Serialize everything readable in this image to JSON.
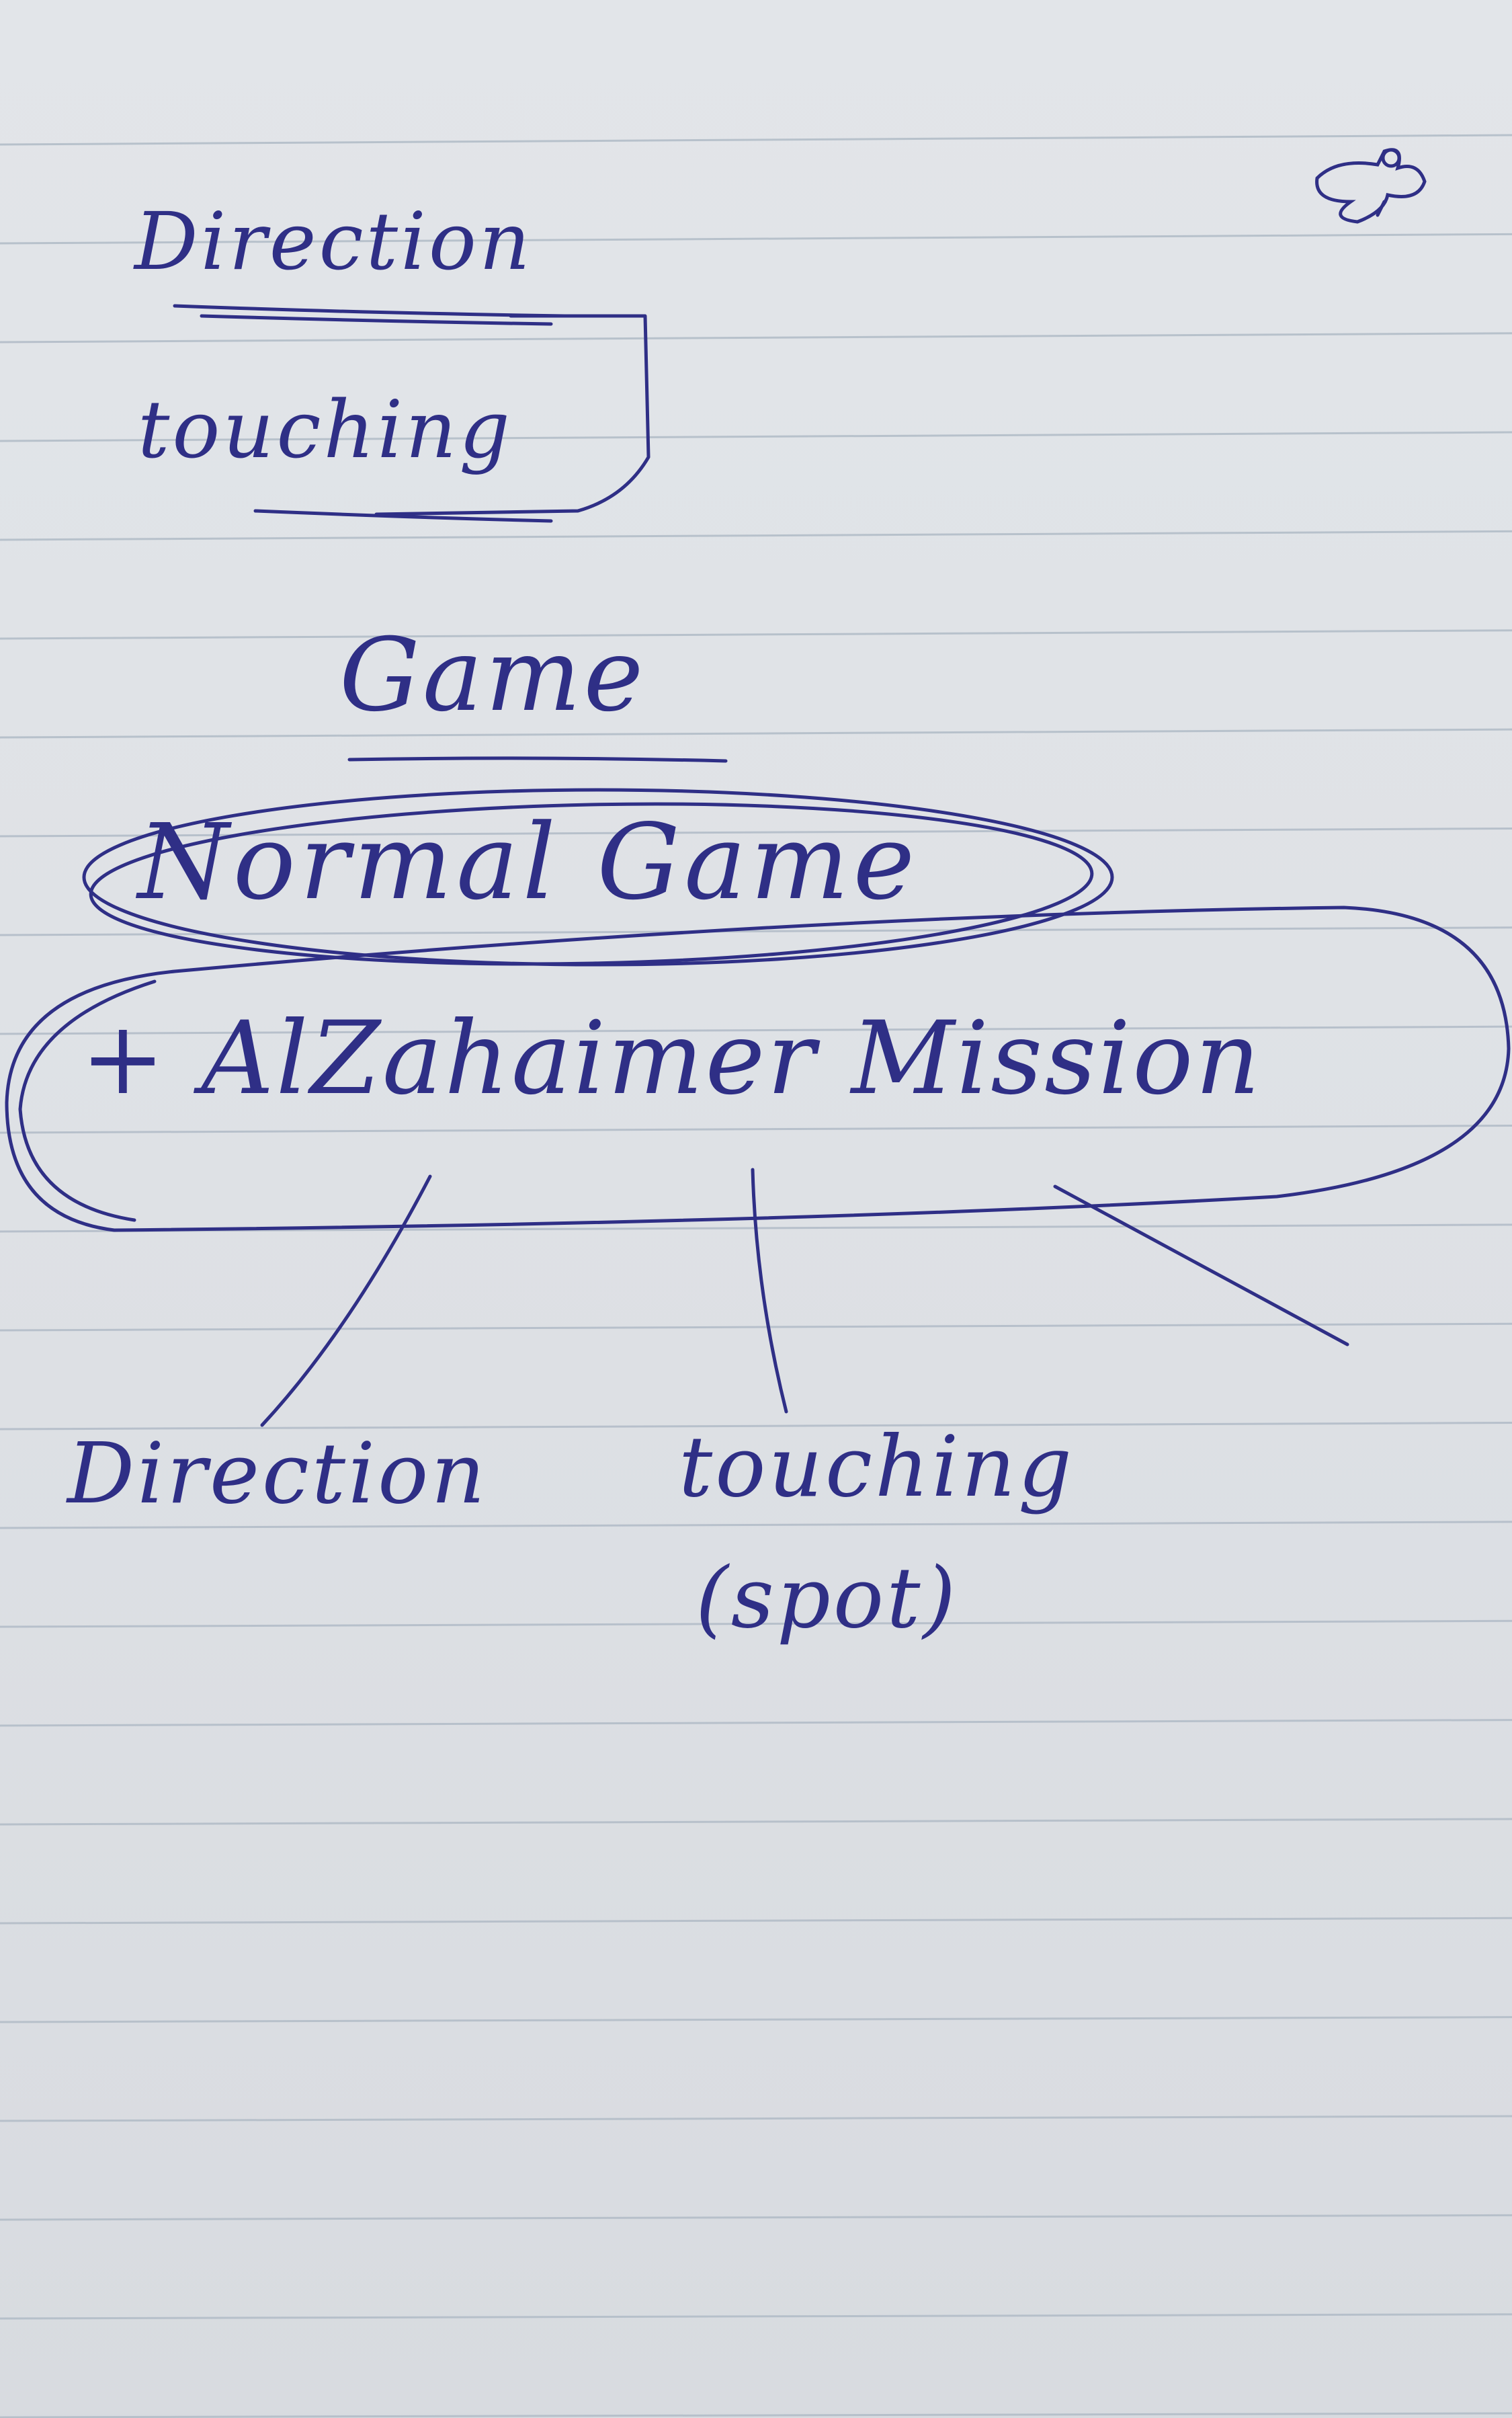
{
  "notes": {
    "top_direction": "Direction",
    "top_touching": "touching",
    "game_heading": "Game",
    "normal_game": "Normal Game",
    "mission": "+ AlZahaimer Mission",
    "branch_direction": "Direction",
    "branch_touching": "touching",
    "branch_spot": "(spot)"
  },
  "colors": {
    "ink": "#2f2f86",
    "paper": "#e0e3e7",
    "rule_line": "#b3bcc8"
  },
  "icons": {
    "corner_doodle": "flower-doodle-icon"
  }
}
